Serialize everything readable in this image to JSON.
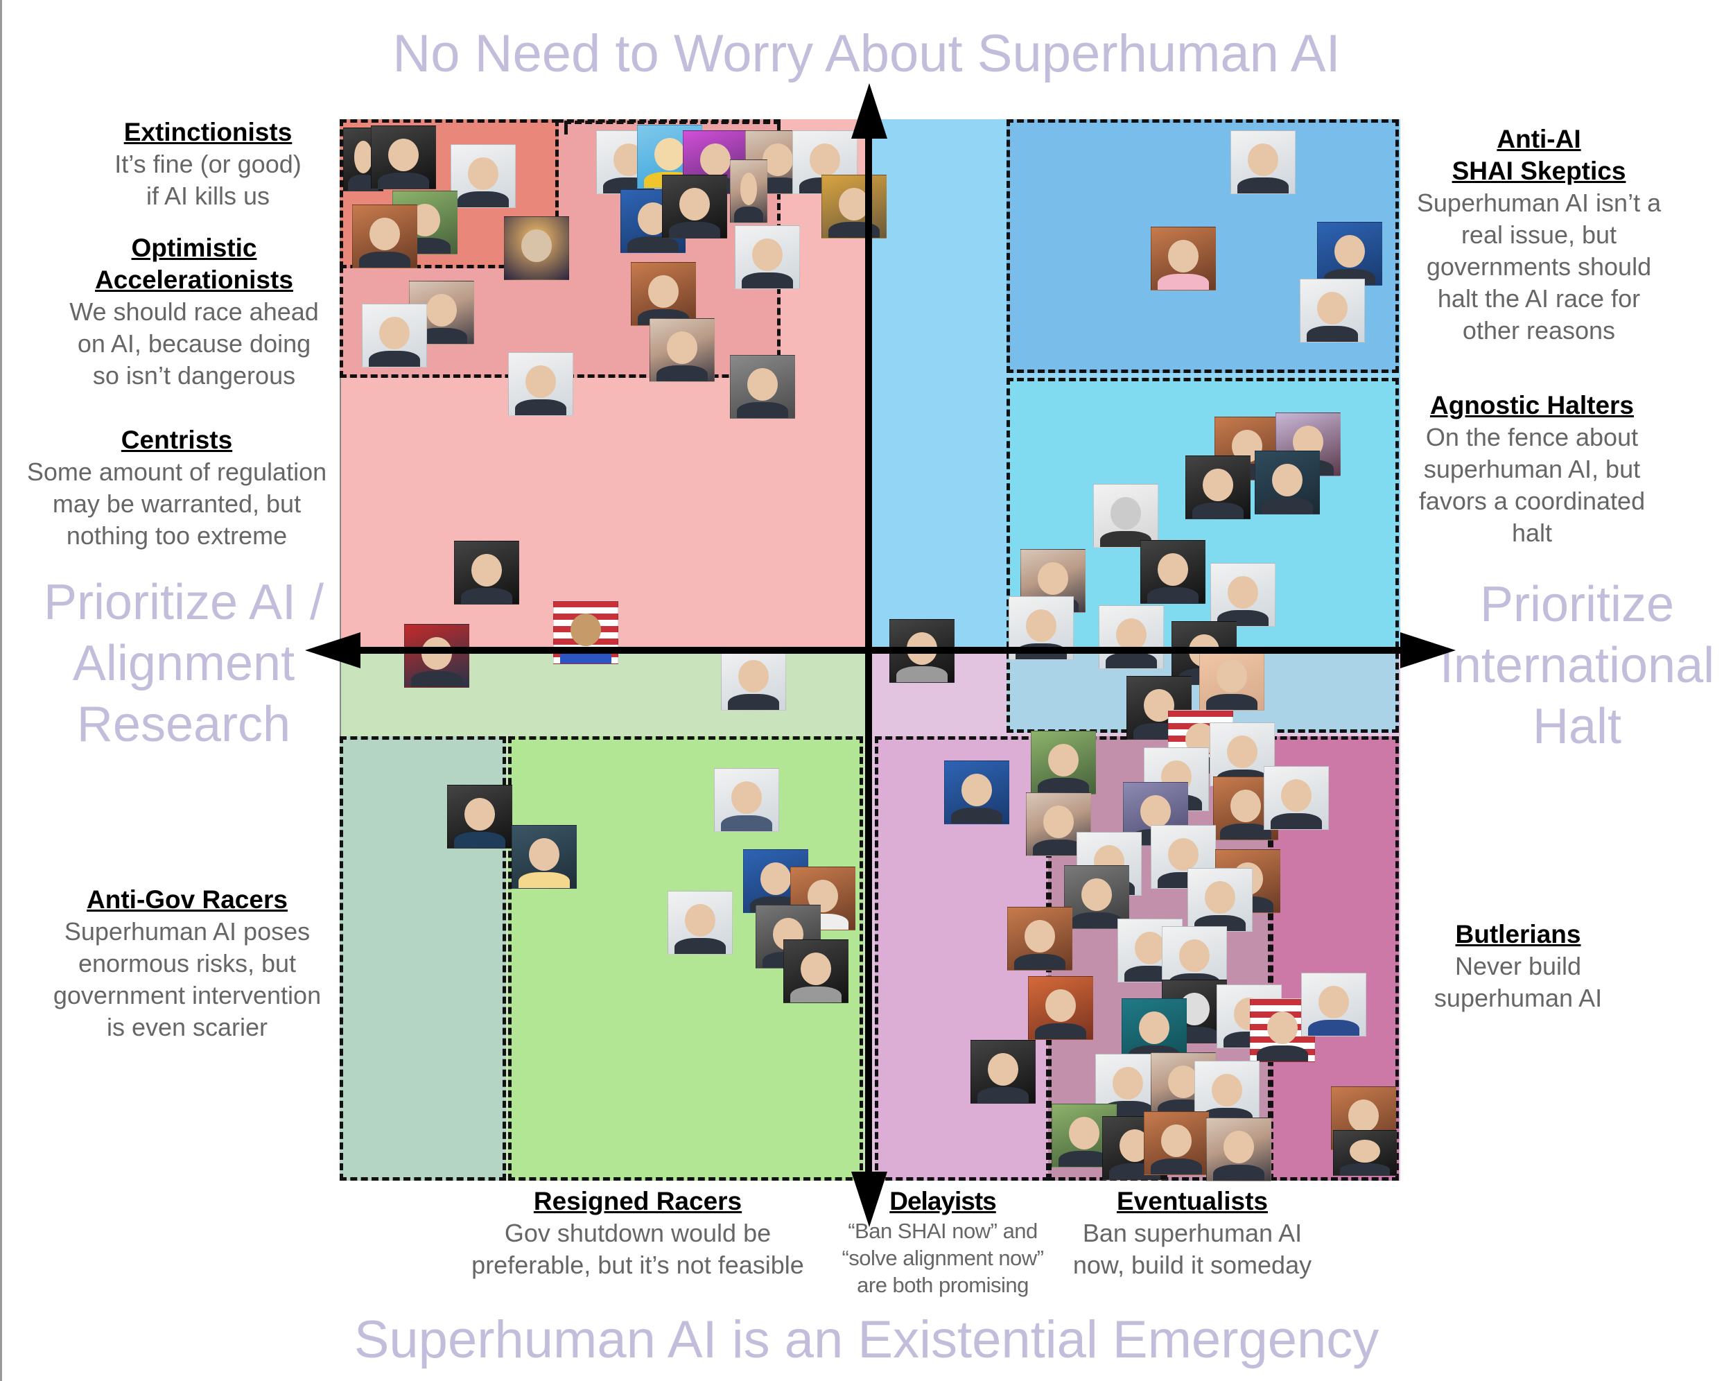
{
  "axes": {
    "top": "No Need to Worry About Superhuman AI",
    "bottom": "Superhuman AI is an Existential Emergency",
    "left": "Prioritize AI / Alignment Research",
    "right": "Prioritize International Halt"
  },
  "colors": {
    "axis_title": "#c3bddb",
    "top_left_quadrant": "#f7b8b8",
    "extinctionists": "#e8877a",
    "optimistic_accelerationists": "#eda3a3",
    "top_right_quadrant": "#93d5f4",
    "anti_ai_skeptics": "#79bdeb",
    "agnostic_halters_upper": "#80dbf0",
    "agnostic_halters_lower": "#abd3e8",
    "bottom_left_quadrant": "#c9e4bd",
    "anti_gov_racers": "#b4d4c4",
    "resigned_racers": "#b3e694",
    "bottom_right_quadrant": "#e2c3e0",
    "delayists": "#dcaed6",
    "eventualists": "#c290ab",
    "butlerians": "#cc79a7"
  },
  "groups": {
    "extinctionists": {
      "title": "Extinctionists",
      "desc": "It’s fine (or good)\nif AI kills us"
    },
    "optimistic_accelerationists": {
      "title": "Optimistic\nAccelerationists",
      "title_line1": "Optimistic",
      "title_line2": "Accelerationists",
      "desc": "We should race ahead\non AI, because doing\nso isn’t dangerous"
    },
    "centrists": {
      "title": "Centrists",
      "desc": "Some amount of regulation\nmay be warranted, but\nnothing too extreme"
    },
    "anti_ai_skeptics": {
      "title_line1": "Anti-AI",
      "title_line2": "SHAI Skeptics",
      "desc": "Superhuman AI isn’t a\nreal issue, but\ngovernments should\nhalt the AI race for\nother reasons"
    },
    "agnostic_halters": {
      "title": "Agnostic Halters",
      "desc": "On the fence about\nsuperhuman AI, but\nfavors a coordinated\nhalt"
    },
    "anti_gov_racers": {
      "title": "Anti-Gov Racers",
      "desc": "Superhuman AI poses\nenormous risks, but\ngovernment intervention\nis even scarier"
    },
    "butlerians": {
      "title": "Butlerians",
      "desc": "Never build\nsuperhuman AI"
    },
    "resigned_racers": {
      "title": "Resigned Racers",
      "desc": "Gov shutdown would be\npreferable, but it’s not feasible"
    },
    "delayists": {
      "title": "Delayists",
      "desc": "“Ban SHAI now” and\n“solve alignment now”\nare both promising"
    },
    "eventualists": {
      "title": "Eventualists",
      "desc": "Ban superhuman AI\nnow, build it someday"
    }
  },
  "portraits": {
    "count_visible": 86,
    "note": "Portrait photos of individuals placed by position; rendered as generic photo tiles"
  }
}
